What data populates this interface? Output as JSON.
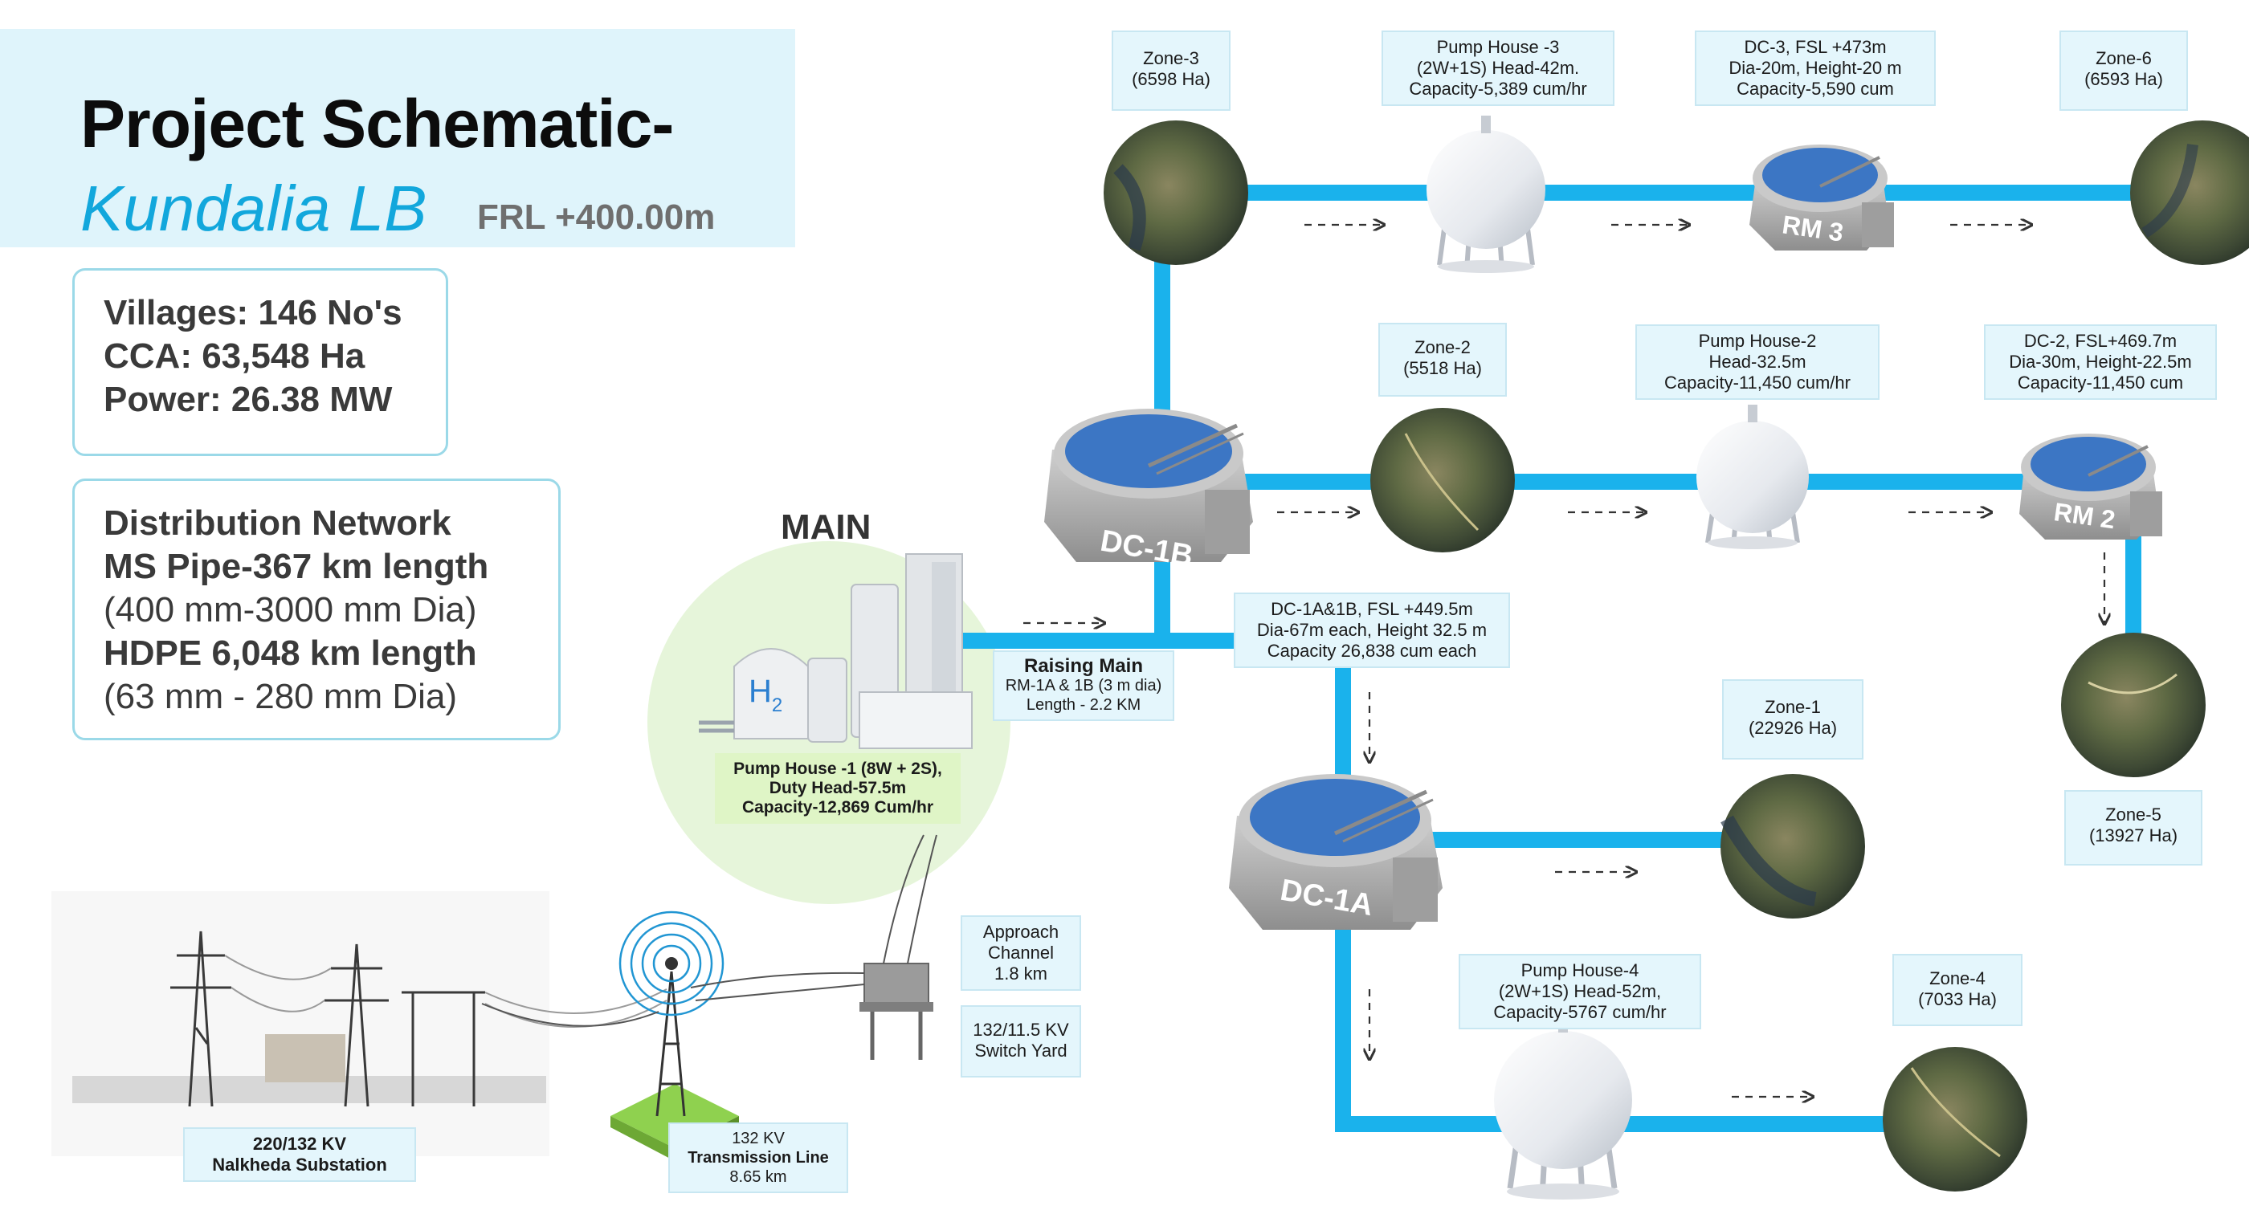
{
  "title": {
    "line1": "Project Schematic-",
    "line2": "Kundalia LB",
    "frl": "FRL +400.00m"
  },
  "stats": {
    "villages": "Villages: 146 No's",
    "cca": "CCA: 63,548 Ha",
    "power": "Power: 26.38 MW"
  },
  "distribution": {
    "heading": "Distribution Network",
    "ms_pipe": "MS Pipe-367 km length",
    "ms_dia": "(400 mm-3000 mm Dia)",
    "hdpe": "HDPE 6,048 km length",
    "hdpe_dia": "(63 mm - 280 mm Dia)"
  },
  "main": {
    "title": "MAIN",
    "h2_symbol": "H",
    "h2_sub": "2",
    "pump_house_1": [
      "Pump House -1 (8W + 2S),",
      "Duty Head-57.5m",
      "Capacity-12,869 Cum/hr"
    ]
  },
  "raising_main": {
    "title": "Raising Main",
    "l2": "RM-1A & 1B (3 m dia)",
    "l3": "Length - 2.2 KM"
  },
  "structures": {
    "dc1b": "DC-1B",
    "dc1a": "DC-1A",
    "rm2": "RM 2",
    "rm3": "RM 3"
  },
  "labels": {
    "zone3": [
      "Zone-3",
      "(6598 Ha)"
    ],
    "pump_house_3": [
      "Pump House -3",
      "(2W+1S) Head-42m.",
      "Capacity-5,389 cum/hr"
    ],
    "dc3": [
      "DC-3, FSL +473m",
      "Dia-20m, Height-20 m",
      "Capacity-5,590 cum"
    ],
    "zone6": [
      "Zone-6",
      "(6593 Ha)"
    ],
    "zone2": [
      "Zone-2",
      "(5518 Ha)"
    ],
    "pump_house_2": [
      "Pump House-2",
      "Head-32.5m",
      "Capacity-11,450 cum/hr"
    ],
    "dc2": [
      "DC-2, FSL+469.7m",
      "Dia-30m, Height-22.5m",
      "Capacity-11,450 cum"
    ],
    "dc1ab": [
      "DC-1A&1B, FSL +449.5m",
      "Dia-67m each, Height 32.5 m",
      "Capacity 26,838 cum each"
    ],
    "zone1": [
      "Zone-1",
      "(22926 Ha)"
    ],
    "zone5": [
      "Zone-5",
      "(13927 Ha)"
    ],
    "pump_house_4": [
      "Pump House-4",
      "(2W+1S) Head-52m,",
      "Capacity-5767 cum/hr"
    ],
    "zone4": [
      "Zone-4",
      "(7033 Ha)"
    ],
    "approach_channel": [
      "Approach",
      "Channel",
      "1.8 km"
    ],
    "switch_yard": [
      "132/11.5 KV",
      "Switch Yard"
    ],
    "substation": [
      "220/132 KV",
      "Nalkheda Substation"
    ],
    "transmission": [
      "132 KV",
      "Transmission Line",
      "8.65 km"
    ]
  },
  "colors": {
    "pipe": "#1ab2ec",
    "label_bg": "#e4f6fc",
    "label_border": "#c8e7f2",
    "title_panel": "#dff4fb",
    "title_accent": "#12a7dc",
    "box_border": "#9bd9e8",
    "main_circle": "#e6f5da",
    "green_label": "#dff5c6",
    "tank_water": "#3c76c4",
    "platform_green": "#8fd14f"
  }
}
